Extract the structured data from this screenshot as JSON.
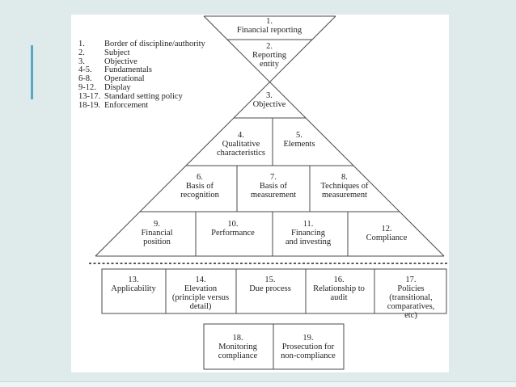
{
  "slide": {
    "background_color": "#dfeaea",
    "content_background": "#ffffff",
    "accent_line_color": "#58a8c6",
    "diagram_line_color": "#4a4a4a"
  },
  "legend": {
    "items": [
      {
        "num": "1.",
        "label": "Border of discipline/authority"
      },
      {
        "num": "2.",
        "label": "Subject"
      },
      {
        "num": "3.",
        "label": "Objective"
      },
      {
        "num": "4-5.",
        "label": "Fundamentals"
      },
      {
        "num": "6-8.",
        "label": "Operational"
      },
      {
        "num": "9-12.",
        "label": "Display"
      },
      {
        "num": "13-17.",
        "label": "Standard setting policy"
      },
      {
        "num": "18-19.",
        "label": "Enforcement"
      }
    ]
  },
  "diagram": {
    "nodes": [
      {
        "num": "1.",
        "label": "Financial reporting"
      },
      {
        "num": "2.",
        "label": "Reporting\nentity"
      },
      {
        "num": "3.",
        "label": "Objective"
      },
      {
        "num": "4.",
        "label": "Qualitative\ncharacteristics"
      },
      {
        "num": "5.",
        "label": "Elements"
      },
      {
        "num": "6.",
        "label": "Basis of\nrecognition"
      },
      {
        "num": "7.",
        "label": "Basis of\nmeasurement"
      },
      {
        "num": "8.",
        "label": "Techniques of\nmeasurement"
      },
      {
        "num": "9.",
        "label": "Financial\nposition"
      },
      {
        "num": "10.",
        "label": "Performance"
      },
      {
        "num": "11.",
        "label": "Financing\nand investing"
      },
      {
        "num": "12.",
        "label": "Compliance"
      },
      {
        "num": "13.",
        "label": "Applicability"
      },
      {
        "num": "14.",
        "label": "Elevation\n(principle versus\ndetail)"
      },
      {
        "num": "15.",
        "label": "Due process"
      },
      {
        "num": "16.",
        "label": "Relationship to\naudit"
      },
      {
        "num": "17.",
        "label": "Policies\n(transitional,\ncomparatives, etc)"
      },
      {
        "num": "18.",
        "label": "Monitoring\ncompliance"
      },
      {
        "num": "19.",
        "label": "Prosecution for\nnon-compliance"
      }
    ]
  }
}
